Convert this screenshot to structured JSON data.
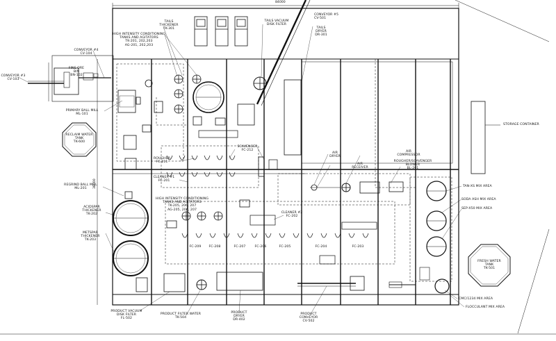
{
  "dimensions": {
    "width": "84000",
    "height": "38000"
  },
  "labels": {
    "tails_thickener": [
      "TAILS",
      "THICKENER",
      "TK-301"
    ],
    "conveyor_05": [
      "CONVEYOR #5",
      "CV-501"
    ],
    "hi_cond_top": [
      "HIGH INTENSITY CONDITIONING",
      "TANKS AND AGITATORS",
      "TK-201, 202,203",
      "AG-201, 202,203"
    ],
    "tails_vac_disk": [
      "TAILS VACUUM",
      "DISK FILTER"
    ],
    "tails_dryer": [
      "TAILS",
      "DRYER",
      "DR-301"
    ],
    "conveyor_04": [
      "CONVEYOR #4",
      "CV-104"
    ],
    "fine_ore_bin": [
      "FINE ORE",
      "BIN",
      "BN-102"
    ],
    "conveyor_03": [
      "CONVEYOR #3",
      "CV-103"
    ],
    "primary_ball_mill": [
      "PRIMARY BALL MILL",
      "ML-101"
    ],
    "storage_container": [
      "STORAGE CONTAINER"
    ],
    "reclaim_water_tank": [
      "RECLAIM WATER",
      "TANK",
      "TK-600"
    ],
    "scavenger": [
      "SCAVENGER",
      "FC-212"
    ],
    "rougher": [
      "ROUGHER",
      "FC-211"
    ],
    "air_dryer": [
      "AIR",
      "DRYER"
    ],
    "air_compressor": [
      "AIR",
      "COMPRESSOR"
    ],
    "air_receiver": [
      "AIR",
      "RECEIVER"
    ],
    "rougher_blower": [
      "ROUGHER/SCAVENGER",
      "BLOWER",
      "BL-201"
    ],
    "cleaner_1": [
      "CLEANER #1",
      "FC-201"
    ],
    "regrind_ball_mill": [
      "REGRIND BALL MILL",
      "ML-201"
    ],
    "tan_xs_mix": [
      "TAN-XS MIX AREA"
    ],
    "soda_ash_mix": [
      "SODA ASH MIX AREA"
    ],
    "hi_cond_mid": [
      "HIGH INTENSITY CONDITIONING",
      "TANKS AND AGITATORS",
      "TK-205, 206, 207",
      "AG-205, 206, 207"
    ],
    "acidspar_thickener": [
      "ACIDSPAR",
      "THICKENER",
      "TK-202"
    ],
    "sep_x50_mix": [
      "SEP-X50 MIX AREA"
    ],
    "cleaner_2": [
      "CLEANER #2",
      "FC-202"
    ],
    "metspar_thickener": [
      "METSPAR",
      "THICKENER",
      "TK-203"
    ],
    "fc_cells": [
      "FC-209",
      "FC-208",
      "FC-207",
      "FC-206",
      "FC-205",
      "FC-204",
      "FC-203"
    ],
    "fresh_water_tank": [
      "FRESH WATER",
      "TANK",
      "TK-501"
    ],
    "product_vac_disk": [
      "PRODUCT VACUUM",
      "DISK FILTER",
      "FL-502"
    ],
    "product_filter_water": [
      "PRODUCT FILTER WATER",
      "TK-504"
    ],
    "product_dryer": [
      "PRODUCT",
      "DRYER",
      "DR-402"
    ],
    "product_conveyor": [
      "PRODUCT",
      "CONVEYOR",
      "CV-502"
    ],
    "cmc_mix": [
      "CMC/1234 MIX AREA"
    ],
    "flocculant_mix": [
      "FLOCCULANT MIX AREA"
    ]
  }
}
